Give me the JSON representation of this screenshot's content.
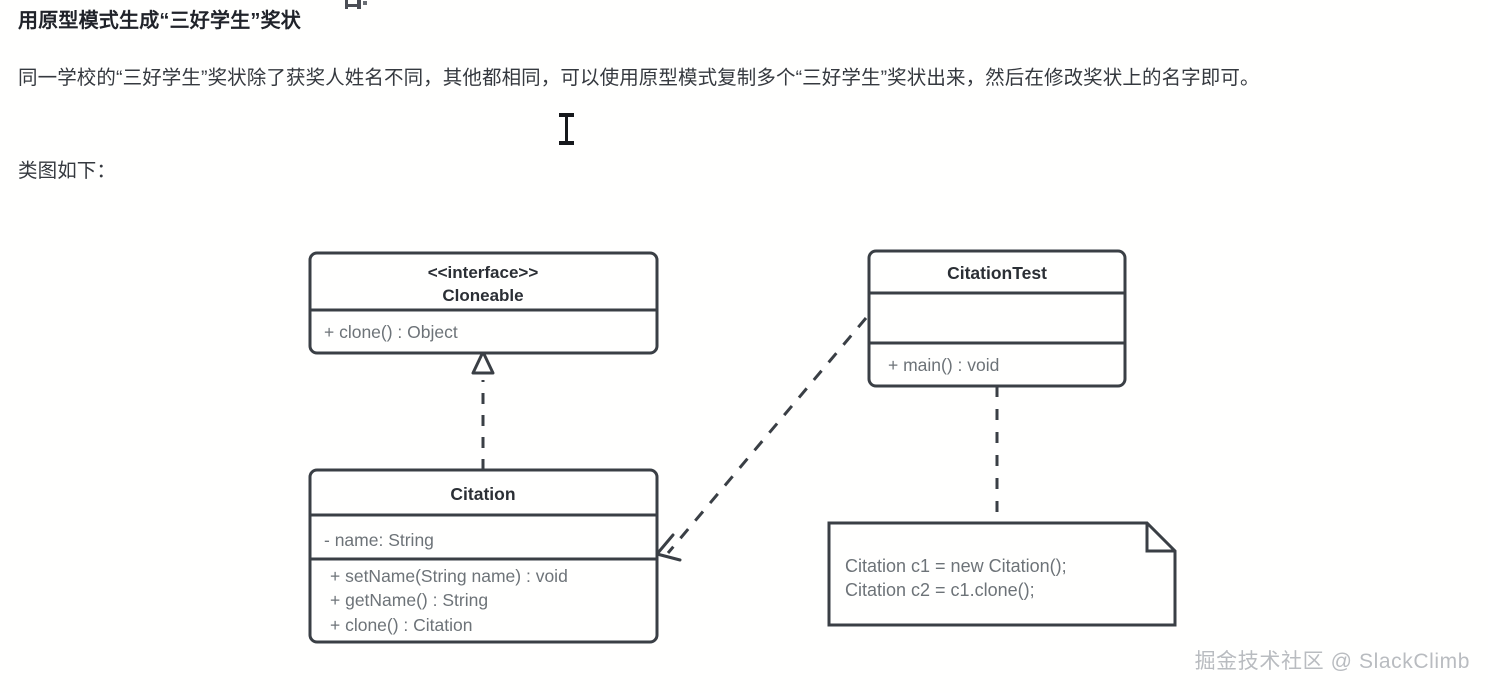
{
  "article": {
    "heading": "用原型模式生成“三好学生”奖状",
    "paragraph": "同一学校的“三好学生”奖状除了获奖人姓名不同，其他都相同，可以使用原型模式复制多个“三好学生”奖状出来，然后在修改奖状上的名字即可。",
    "subline": "类图如下："
  },
  "colors": {
    "background": "#fffffe",
    "heading_text": "#20232a",
    "body_text": "#35393f",
    "box_stroke": "#3a3f45",
    "member_text": "#6d7378",
    "title_text": "#2b2f35",
    "connector": "#3a3f45",
    "watermark_text": "#b9bcc0"
  },
  "diagram": {
    "type": "uml-class-diagram",
    "classes": [
      {
        "id": "cloneable",
        "stereotype": "<<interface>>",
        "name": "Cloneable",
        "attributes": [],
        "methods": [
          "+ clone() :  Object"
        ]
      },
      {
        "id": "citation",
        "stereotype": "",
        "name": "Citation",
        "attributes": [
          "- name: String"
        ],
        "methods": [
          "+ setName(String name) : void",
          "+ getName() : String",
          "+ clone() : Citation"
        ]
      },
      {
        "id": "citationtest",
        "stereotype": "",
        "name": "CitationTest",
        "attributes": [],
        "methods": [
          "+ main() : void"
        ]
      }
    ],
    "note": {
      "id": "note-code",
      "lines": [
        "Citation c1 = new Citation();",
        "Citation c2 = c1.clone();"
      ]
    },
    "relations": [
      {
        "from": "citation",
        "to": "cloneable",
        "type": "realization",
        "style": "dashed",
        "arrow": "hollow-triangle"
      },
      {
        "from": "citationtest",
        "to": "citation",
        "type": "dependency",
        "style": "dashed",
        "arrow": "open"
      },
      {
        "from": "citationtest",
        "to": "note-code",
        "type": "note-anchor",
        "style": "dashed",
        "arrow": "none"
      }
    ]
  },
  "watermark": {
    "text": "掘金技术社区 @ SlackClimb"
  }
}
